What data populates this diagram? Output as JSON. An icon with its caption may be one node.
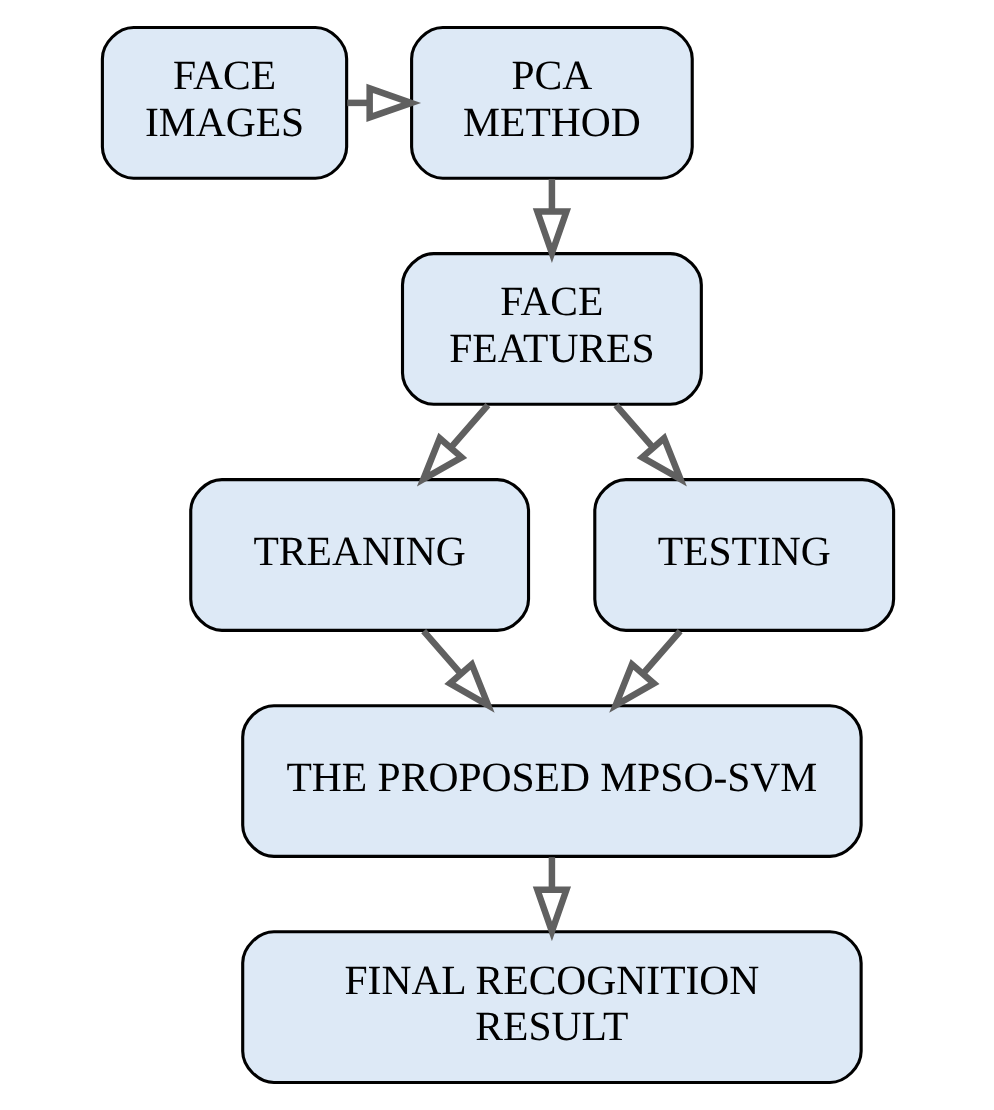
{
  "diagram": {
    "nodes": [
      {
        "text": [
          "FACE IMAGES"
        ]
      },
      {
        "text": [
          "PCA METHOD"
        ]
      },
      {
        "text": [
          "FACE FEATURES"
        ]
      },
      {
        "text": [
          "TREANING"
        ]
      },
      {
        "text": [
          "TESTING"
        ]
      },
      {
        "text": [
          "THE PROPOSED MPSO-SVM"
        ]
      },
      {
        "text": [
          "FINAL RECOGNITION RESULT"
        ]
      }
    ],
    "edges": [
      {
        "from": 0,
        "to": 1,
        "arrow": "to"
      },
      {
        "from": 1,
        "to": 2,
        "arrow": "to"
      },
      {
        "from": 2,
        "to": 3,
        "arrow": "to"
      },
      {
        "from": 2,
        "to": 4,
        "arrow": "to"
      },
      {
        "from": 3,
        "to": 5,
        "arrow": "to"
      },
      {
        "from": 4,
        "to": 5,
        "arrow": "to"
      },
      {
        "from": 5,
        "to": 6,
        "arrow": "to"
      }
    ]
  }
}
